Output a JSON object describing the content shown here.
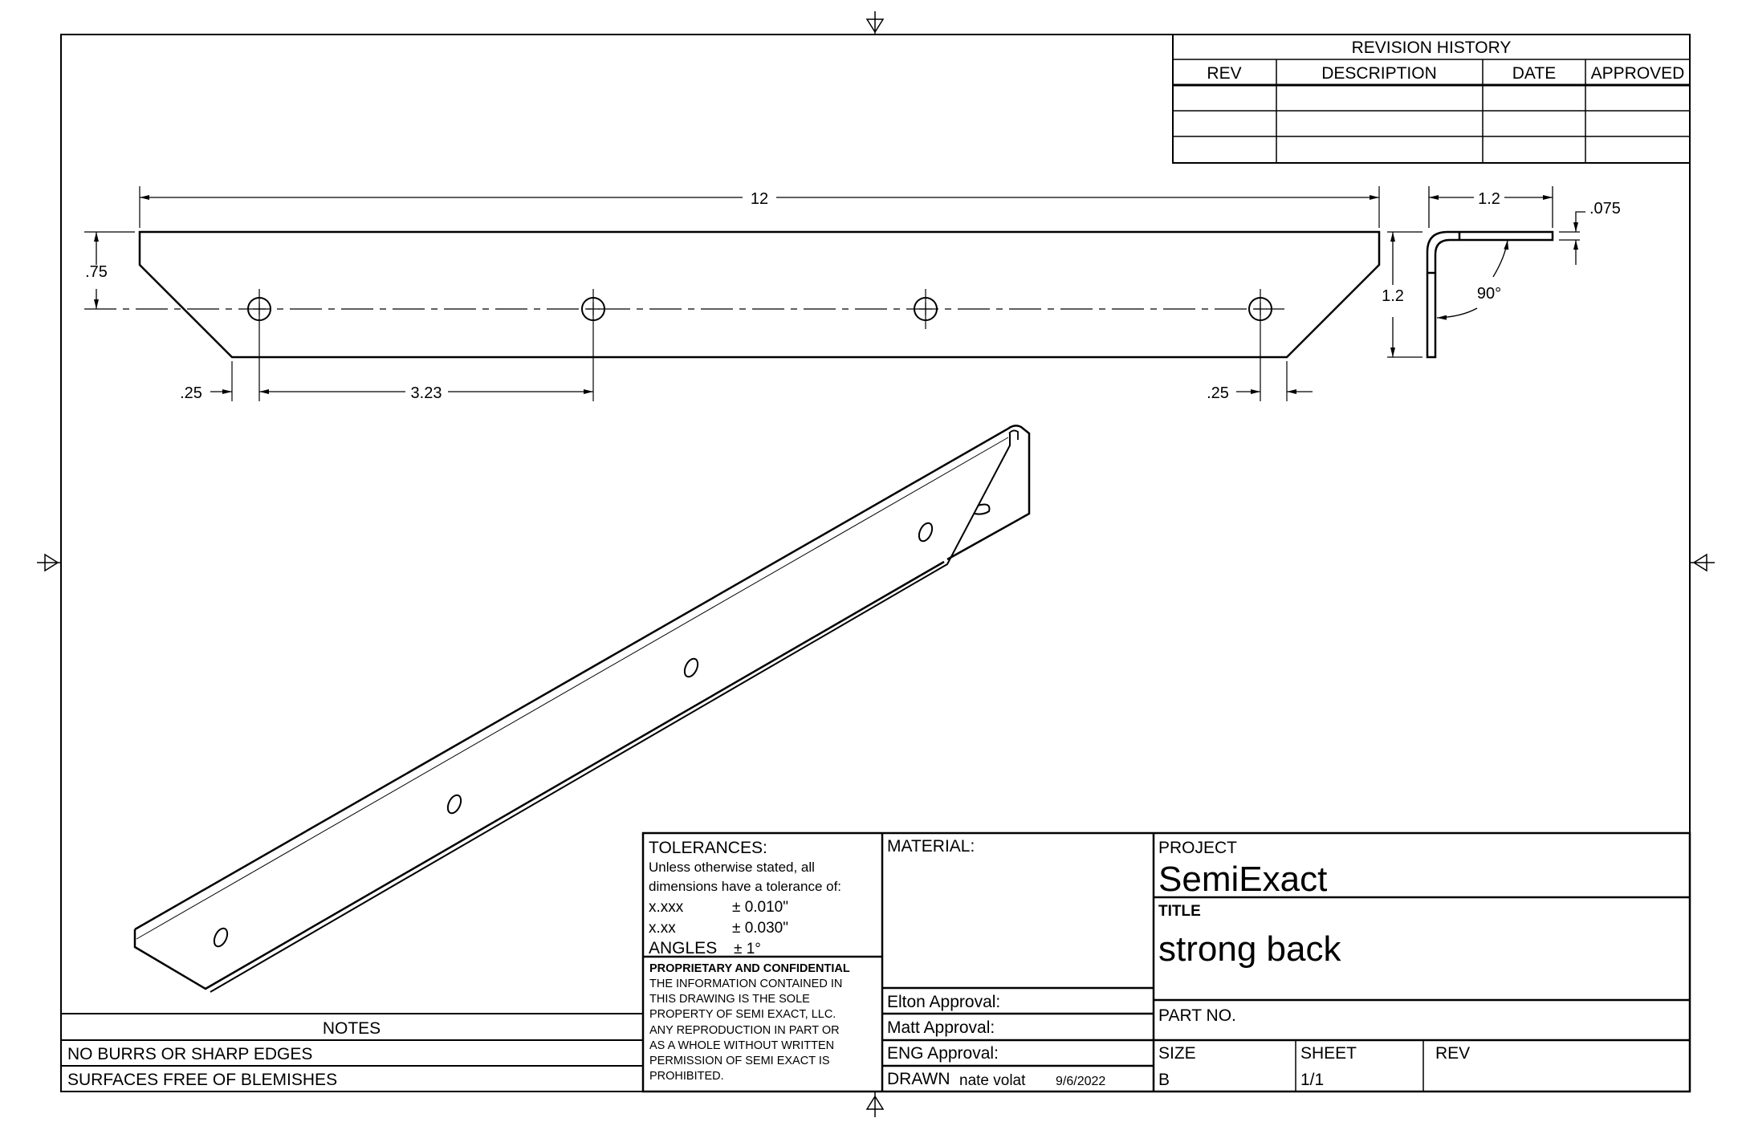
{
  "revision_history": {
    "title": "REVISION HISTORY",
    "headers": [
      "REV",
      "DESCRIPTION",
      "DATE",
      "APPROVED"
    ]
  },
  "dimensions": {
    "overall_length": "12",
    "height": ".75",
    "edge_offset_left": ".25",
    "hole_spacing": "3.23",
    "edge_offset_right": ".25",
    "flange_height": "1.2",
    "flange_width": "1.2",
    "thickness": ".075",
    "bend_angle": "90°"
  },
  "title_block": {
    "tolerances": {
      "label": "TOLERANCES:",
      "line1": "Unless otherwise stated, all",
      "line2": "dimensions have a tolerance of:",
      "rows": [
        {
          "key": "x.xxx",
          "value": "± 0.010\""
        },
        {
          "key": "x.xx",
          "value": "± 0.030\""
        },
        {
          "key": "ANGLES",
          "value": "± 1°"
        }
      ]
    },
    "proprietary": {
      "heading": "PROPRIETARY AND CONFIDENTIAL",
      "lines": [
        "THE INFORMATION CONTAINED IN",
        "THIS DRAWING IS THE SOLE",
        "PROPERTY OF SEMI EXACT, LLC.",
        "ANY REPRODUCTION IN PART OR",
        "AS A WHOLE WITHOUT WRITTEN",
        "PERMISSION OF SEMI EXACT IS",
        "PROHIBITED."
      ]
    },
    "material_label": "MATERIAL:",
    "elton_approval": "Elton Approval:",
    "matt_approval": "Matt Approval:",
    "eng_approval": "ENG Approval:",
    "drawn_label": "DRAWN",
    "drawn_by": "nate volat",
    "drawn_date": "9/6/2022",
    "project_label": "PROJECT",
    "project": "SemiExact",
    "title_label": "TITLE",
    "title": "strong back",
    "part_no_label": "PART NO.",
    "size_label": "SIZE",
    "size": "B",
    "sheet_label": "SHEET",
    "sheet": "1/1",
    "rev_label": "REV"
  },
  "notes": {
    "header": "NOTES",
    "items": [
      "NO BURRS OR SHARP EDGES",
      "SURFACES FREE OF BLEMISHES"
    ]
  }
}
